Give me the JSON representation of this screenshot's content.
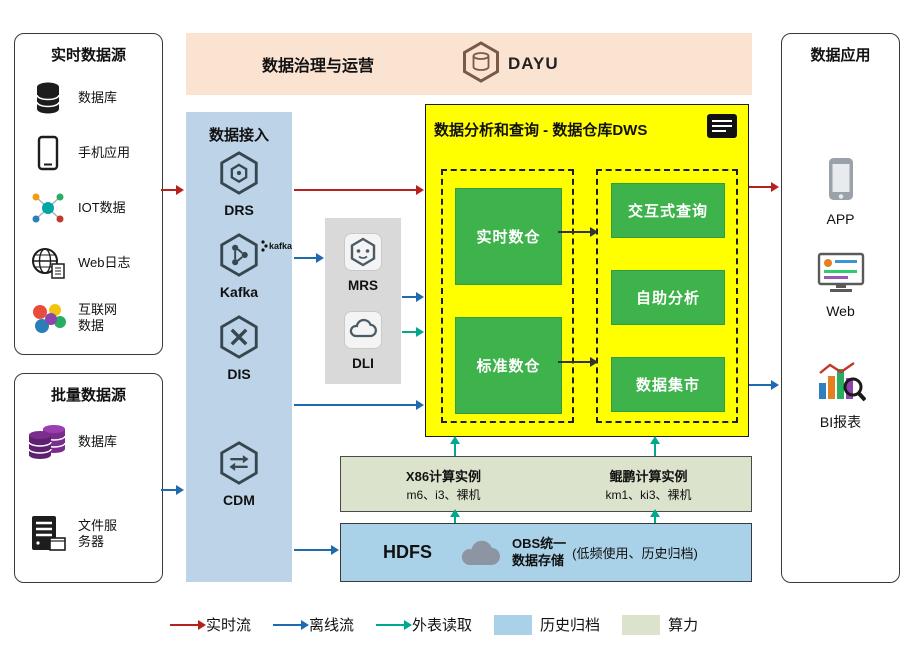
{
  "colors": {
    "realtime_flow": "#b5211d",
    "offline_flow": "#1f6bb0",
    "external_read": "#00a98c",
    "archive_fill": "#a9d2e8",
    "compute_fill": "#dce3cc",
    "dws_fill": "#ffff00",
    "warehouse_green": "#3eb24b",
    "ingestion_fill": "#bdd3e8",
    "governance_fill": "#fbe3d1",
    "services_fill": "#d9d9d9"
  },
  "governance": {
    "title": "数据治理与运营",
    "logo_label": "DAYU"
  },
  "realtime_sources": {
    "title": "实时数据源",
    "items": [
      {
        "label": "数据库",
        "icon": "database-icon"
      },
      {
        "label": "手机应用",
        "icon": "mobile-app-icon"
      },
      {
        "label": "IOT数据",
        "icon": "iot-icon"
      },
      {
        "label": "Web日志",
        "icon": "web-log-icon"
      },
      {
        "label": "互联网数据",
        "icon": "internet-data-icon"
      }
    ]
  },
  "batch_sources": {
    "title": "批量数据源",
    "items": [
      {
        "label": "数据库",
        "icon": "database-cluster-icon"
      },
      {
        "label": "文件服务器",
        "icon": "file-server-icon"
      }
    ]
  },
  "ingestion": {
    "title": "数据接入",
    "items": [
      {
        "label": "DRS",
        "icon": "drs-hexagon-icon"
      },
      {
        "label": "Kafka",
        "icon": "kafka-hexagon-icon",
        "badge": "kafka"
      },
      {
        "label": "DIS",
        "icon": "dis-hexagon-icon"
      },
      {
        "label": "CDM",
        "icon": "cdm-hexagon-icon"
      }
    ]
  },
  "services": {
    "items": [
      {
        "label": "MRS",
        "icon": "mrs-icon"
      },
      {
        "label": "DLI",
        "icon": "dli-icon"
      }
    ]
  },
  "dws": {
    "title": "数据分析和查询 - 数据仓库DWS",
    "warehouses": [
      {
        "label": "实时数仓"
      },
      {
        "label": "标准数仓"
      }
    ],
    "marts": [
      {
        "label": "交互式查询"
      },
      {
        "label": "自助分析"
      },
      {
        "label": "数据集市"
      }
    ]
  },
  "compute": {
    "x86": {
      "title": "X86计算实例",
      "subtitle": "m6、i3、裸机"
    },
    "kunpeng": {
      "title": "鲲鹏计算实例",
      "subtitle": "km1、ki3、裸机"
    }
  },
  "storage": {
    "hdfs": "HDFS",
    "obs_line1": "OBS统一",
    "obs_line2": "数据存储",
    "note": "(低频使用、历史归档)"
  },
  "applications": {
    "title": "数据应用",
    "items": [
      {
        "label": "APP",
        "icon": "app-phone-icon"
      },
      {
        "label": "Web",
        "icon": "web-monitor-icon"
      },
      {
        "label": "BI报表",
        "icon": "bi-report-icon"
      }
    ]
  },
  "legend": {
    "items": [
      {
        "label": "实时流",
        "type": "arrow",
        "color": "#b5211d"
      },
      {
        "label": "离线流",
        "type": "arrow",
        "color": "#1f6bb0"
      },
      {
        "label": "外表读取",
        "type": "arrow",
        "color": "#00a98c"
      },
      {
        "label": "历史归档",
        "type": "swatch",
        "color": "#a9d2e8"
      },
      {
        "label": "算力",
        "type": "swatch",
        "color": "#dce3cc"
      }
    ]
  }
}
